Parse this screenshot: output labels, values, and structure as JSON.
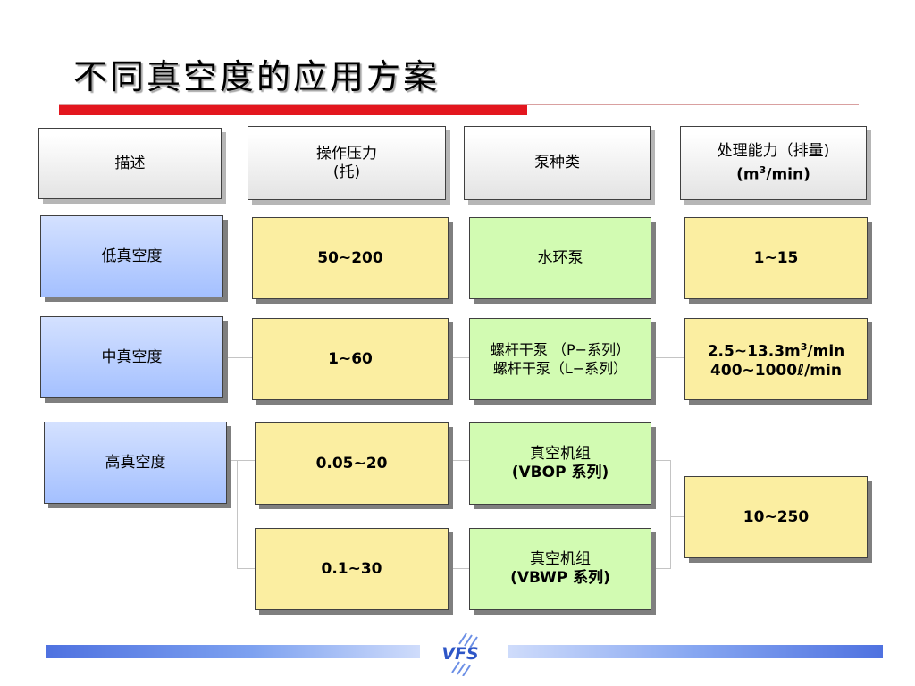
{
  "title": "不同真空度的应用方案",
  "headers": {
    "description": "描述",
    "pressure_line1": "操作压力",
    "pressure_line2": "(托)",
    "pump_type": "泵种类",
    "capacity_line1": "处理能力（排量)",
    "capacity_line2_prefix": "(m",
    "capacity_line2_sup": "3",
    "capacity_line2_suffix": "/min)"
  },
  "rows": {
    "low": {
      "label": "低真空度",
      "pressure": "50~200",
      "pump": "水环泵",
      "capacity": "1~15"
    },
    "medium": {
      "label": "中真空度",
      "pressure": "1~60",
      "pump_line1": "螺杆干泵 （P−系列）",
      "pump_line2": "螺杆干泵（L−系列）",
      "capacity_line1_prefix": "2.5~13.3m",
      "capacity_line1_sup": "3",
      "capacity_line1_suffix": "/min",
      "capacity_line2": "400~1000ℓ/min"
    },
    "high": {
      "label": "高真空度",
      "pressure_a": "0.05~20",
      "pressure_b": "0.1~30",
      "pump_a_line1": "真空机组",
      "pump_a_line2": "(VBOP 系列)",
      "pump_b_line1": "真空机组",
      "pump_b_line2": "(VBWP 系列)",
      "capacity": "10~250"
    }
  },
  "logo": {
    "text": "VFS",
    "icon": "vfs-logo-icon"
  },
  "colors": {
    "accent_red": "#e3161e",
    "blue_box": "#a4c0ff",
    "yellow_box": "#fbeea1",
    "green_box": "#d2fbb2",
    "footer_blue": "#4f72e0"
  }
}
